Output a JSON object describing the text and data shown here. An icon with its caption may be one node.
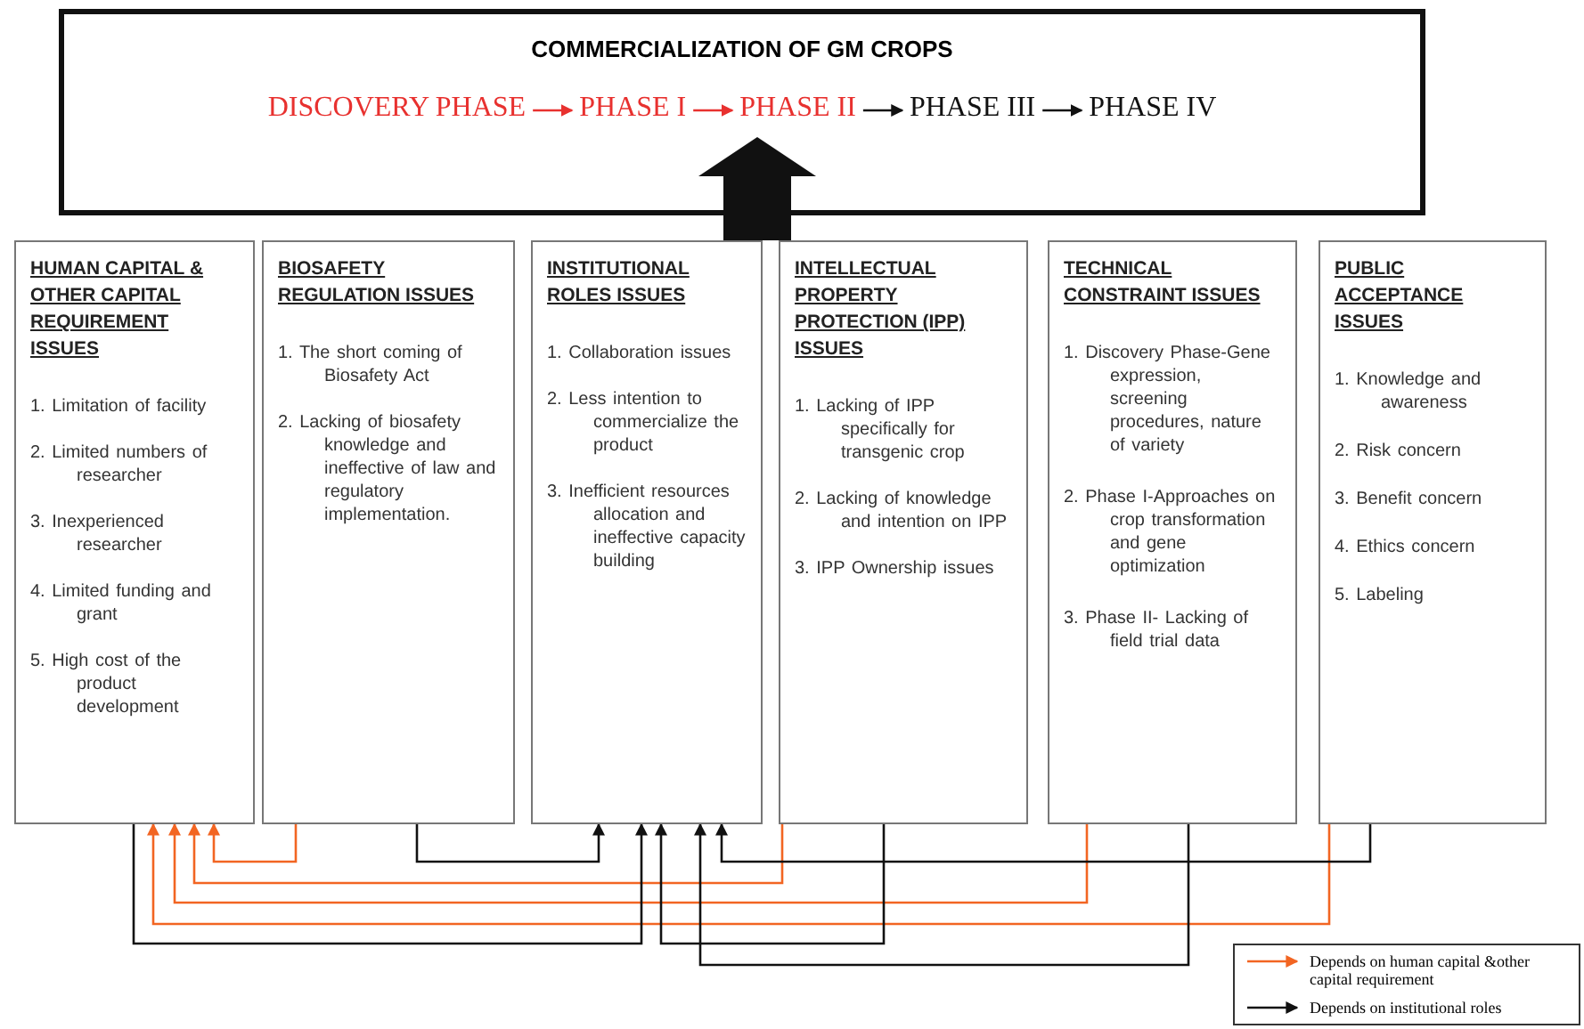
{
  "diagram": {
    "nodes": [
      {
        "text": [
          "COMMERCIALIZATION OF GM CROPS"
        ]
      },
      {
        "text": [
          "DISCOVERY PHASE"
        ],
        "in": 0
      },
      {
        "text": [
          "PHASE I"
        ],
        "in": 0
      },
      {
        "text": [
          "PHASE II"
        ],
        "in": 0
      },
      {
        "text": [
          "PHASE III"
        ],
        "in": 0
      },
      {
        "text": [
          "PHASE IV"
        ],
        "in": 0
      },
      {
        "text": [
          "HUMAN CAPITAL & OTHER CAPITAL REQUIREMENT ISSUES",
          "1. Limitation of facility",
          "2. Limited numbers of researcher",
          "3. Inexperienced researcher",
          "4. Limited funding and grant",
          "5. High cost of the product development"
        ]
      },
      {
        "text": [
          "BIOSAFETY REGULATION ISSUES",
          "1. The short coming of Biosafety Act",
          "2. Lacking of biosafety knowledge and ineffective of law and regulatory implementation."
        ]
      },
      {
        "text": [
          "INSTITUTIONAL ROLES ISSUES",
          "1. Collaboration issues",
          "2. Less intention to commercialize the product",
          "3. Inefficient resources allocation and ineffective capacity building"
        ]
      },
      {
        "text": [
          "INTELLECTUAL PROPERTY PROTECTION (IPP) ISSUES",
          "1. Lacking of IPP specifically for transgenic crop",
          "2. Lacking of knowledge and intention on IPP",
          "3. IPP Ownership issues"
        ]
      },
      {
        "text": [
          "TECHNICAL CONSTRAINT ISSUES",
          "1. Discovery Phase-Gene expression, screening procedures, nature of variety",
          "2. Phase I-Approaches on crop transformation and gene optimization",
          "3. Phase II- Lacking of field trial data"
        ]
      },
      {
        "text": [
          "PUBLIC ACCEPTANCE ISSUES",
          "1. Knowledge and awareness",
          "2. Risk concern",
          "3. Benefit concern",
          "4. Ethics concern",
          "5. Labeling"
        ]
      }
    ],
    "edges": [
      {
        "from": 1,
        "to": 2,
        "arrow": "to",
        "color": "#e8312f"
      },
      {
        "from": 2,
        "to": 3,
        "arrow": "to",
        "color": "#e8312f"
      },
      {
        "from": 3,
        "to": 4,
        "arrow": "to"
      },
      {
        "from": 4,
        "to": 5,
        "arrow": "to"
      },
      {
        "from": 8,
        "to": 0,
        "arrow": "to",
        "style": "thick"
      },
      {
        "from": 7,
        "to": 6,
        "arrow": "to",
        "color": "#f26522"
      },
      {
        "from": 9,
        "to": 6,
        "arrow": "to",
        "color": "#f26522"
      },
      {
        "from": 10,
        "to": 6,
        "arrow": "to",
        "color": "#f26522"
      },
      {
        "from": 11,
        "to": 6,
        "arrow": "to",
        "color": "#f26522"
      },
      {
        "from": 7,
        "to": 8,
        "arrow": "to"
      },
      {
        "from": 6,
        "to": 8,
        "arrow": "to"
      },
      {
        "from": 9,
        "to": 8,
        "arrow": "to"
      },
      {
        "from": 10,
        "to": 8,
        "arrow": "to"
      },
      {
        "from": 11,
        "to": 8,
        "arrow": "to"
      }
    ],
    "legend": [
      {
        "text": "Depends on human capital &other capital requirement"
      },
      {
        "text": "Depends on institutional roles"
      }
    ]
  }
}
